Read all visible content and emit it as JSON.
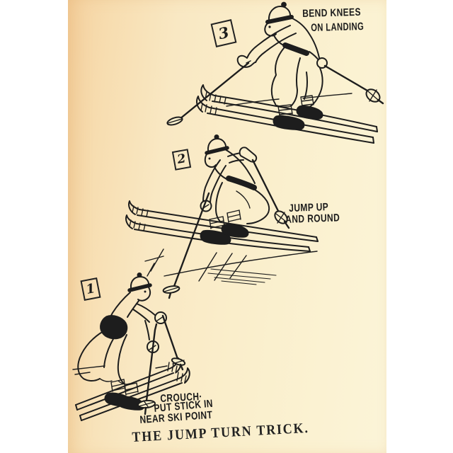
{
  "artwork": {
    "caption": "THE JUMP TURN TRICK.",
    "ink_color": "#1d1d1d",
    "paper_color_left": "#f5d2a0",
    "paper_color_right": "#fbf4d8"
  },
  "steps": [
    {
      "number": "1",
      "note_lines": [
        "CROUCH·",
        "PUT STICK IN",
        "NEAR SKI POINT"
      ]
    },
    {
      "number": "2",
      "note_lines": [
        "JUMP UP",
        "AND ROUND"
      ]
    },
    {
      "number": "3",
      "note_lines": [
        "BEND KNEES",
        "ON LANDING"
      ]
    }
  ]
}
